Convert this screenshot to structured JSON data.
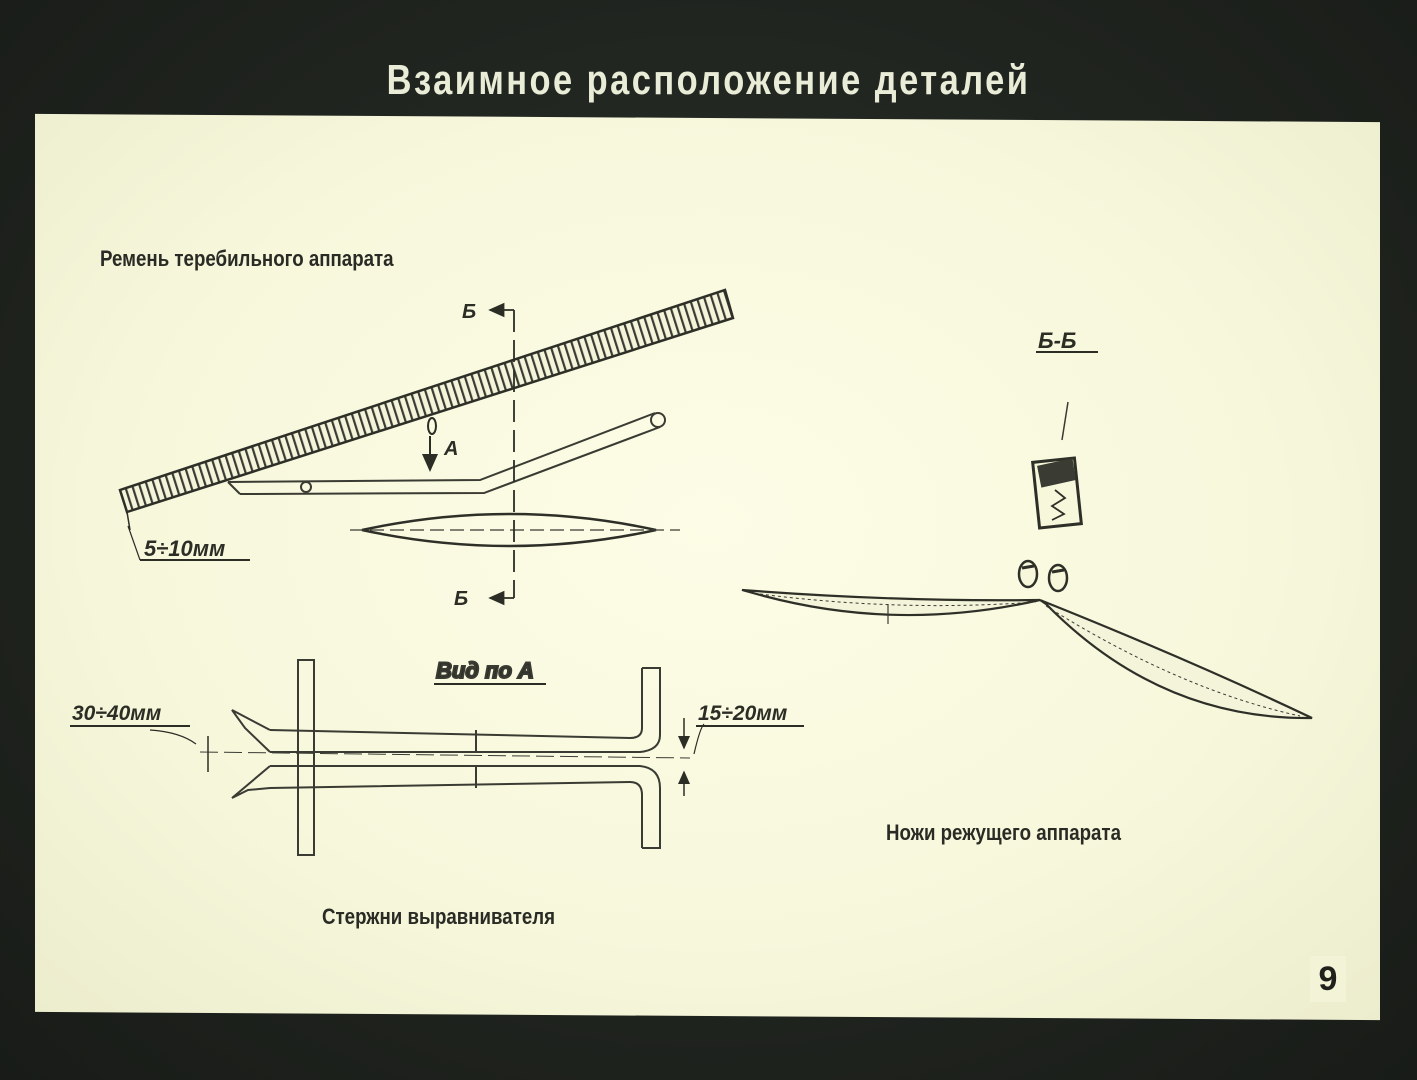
{
  "title": "Взаимное расположение деталей",
  "labels": {
    "belt": "Ремень теребильного аппарата",
    "rods": "Стержни выравнивателя",
    "knives": "Ножи режущего аппарата"
  },
  "annotations": {
    "section_mark": "Б",
    "arrow_a": "А",
    "section_title": "Б-Б",
    "view_a": "Вид по А",
    "gap_belt": "5÷10мм",
    "gap_rods_left": "30÷40мм",
    "gap_rods_right": "15÷20мм"
  },
  "page_number": "9",
  "colors": {
    "background": "#1e221d",
    "sheet": "#f7f7dc",
    "ink": "#2a2b24"
  }
}
